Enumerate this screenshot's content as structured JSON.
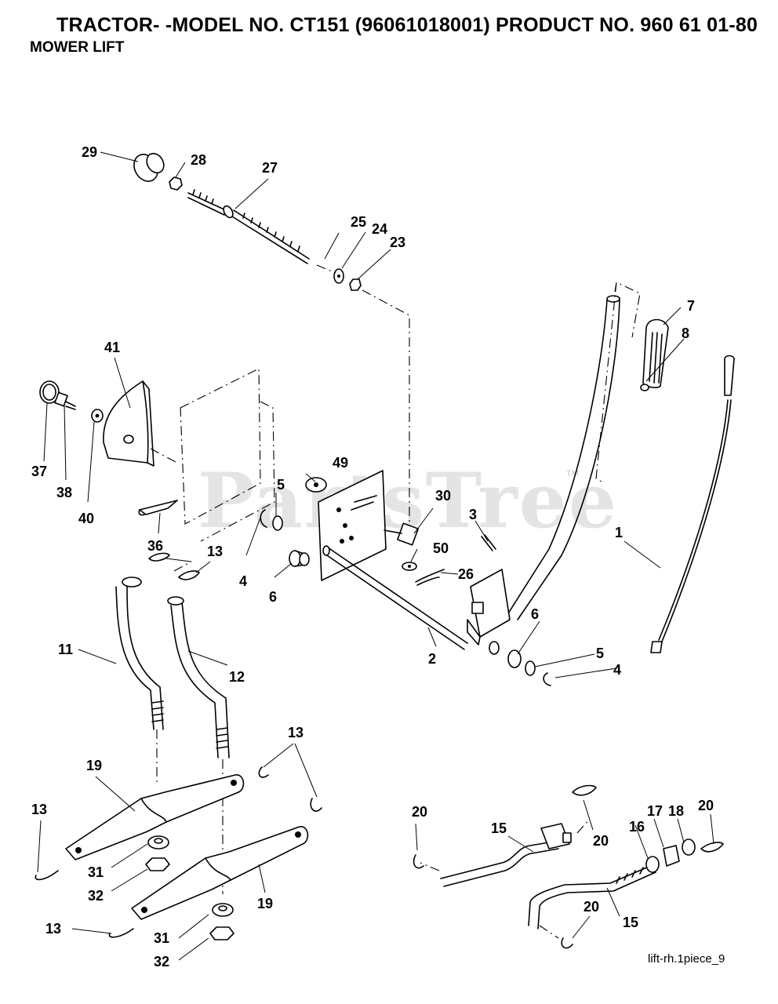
{
  "header": {
    "title": "TRACTOR- -MODEL NO. CT151 (96061018001) PRODUCT NO. 960 61 01-80",
    "subtitle": "MOWER LIFT"
  },
  "footer": {
    "reference": "lift-rh.1piece_9"
  },
  "watermark": {
    "text": "PartsTree",
    "trademark": "TM"
  },
  "callouts": [
    {
      "id": "c29a",
      "text": "29"
    },
    {
      "id": "c28a",
      "text": "28"
    },
    {
      "id": "c27a",
      "text": "27"
    },
    {
      "id": "c25a",
      "text": "25"
    },
    {
      "id": "c24a",
      "text": "24"
    },
    {
      "id": "c23a",
      "text": "23"
    },
    {
      "id": "c7a",
      "text": "7"
    },
    {
      "id": "c8a",
      "text": "8"
    },
    {
      "id": "c41a",
      "text": "41"
    },
    {
      "id": "c37a",
      "text": "37"
    },
    {
      "id": "c38a",
      "text": "38"
    },
    {
      "id": "c40a",
      "text": "40"
    },
    {
      "id": "c49a",
      "text": "49"
    },
    {
      "id": "c5a",
      "text": "5"
    },
    {
      "id": "c30a",
      "text": "30"
    },
    {
      "id": "c3a",
      "text": "3"
    },
    {
      "id": "c1a",
      "text": "1"
    },
    {
      "id": "c36a",
      "text": "36"
    },
    {
      "id": "c50a",
      "text": "50"
    },
    {
      "id": "c26a",
      "text": "26"
    },
    {
      "id": "c13a",
      "text": "13"
    },
    {
      "id": "c4a",
      "text": "4"
    },
    {
      "id": "c6a",
      "text": "6"
    },
    {
      "id": "c11a",
      "text": "11"
    },
    {
      "id": "c6b",
      "text": "6"
    },
    {
      "id": "c5b",
      "text": "5"
    },
    {
      "id": "c2a",
      "text": "2"
    },
    {
      "id": "c4b",
      "text": "4"
    },
    {
      "id": "c12a",
      "text": "12"
    },
    {
      "id": "c13b",
      "text": "13"
    },
    {
      "id": "c19a",
      "text": "19"
    },
    {
      "id": "c13c",
      "text": "13"
    },
    {
      "id": "c20a",
      "text": "20"
    },
    {
      "id": "c15a",
      "text": "15"
    },
    {
      "id": "c20b",
      "text": "20"
    },
    {
      "id": "c17a",
      "text": "17"
    },
    {
      "id": "c18a",
      "text": "18"
    },
    {
      "id": "c20c",
      "text": "20"
    },
    {
      "id": "c16a",
      "text": "16"
    },
    {
      "id": "c31a",
      "text": "31"
    },
    {
      "id": "c32a",
      "text": "32"
    },
    {
      "id": "c19b",
      "text": "19"
    },
    {
      "id": "c20d",
      "text": "20"
    },
    {
      "id": "c15b",
      "text": "15"
    },
    {
      "id": "c13d",
      "text": "13"
    },
    {
      "id": "c31b",
      "text": "31"
    },
    {
      "id": "c32b",
      "text": "32"
    }
  ]
}
